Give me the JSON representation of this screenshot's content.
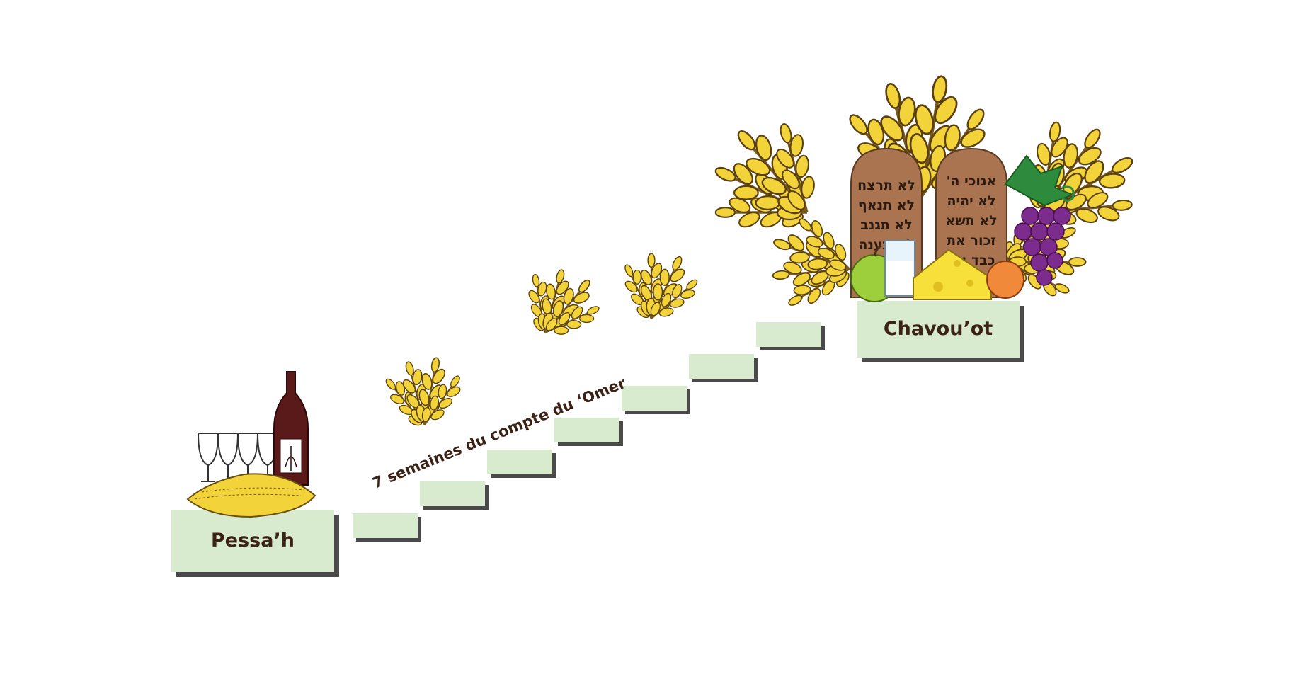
{
  "diagram": {
    "start": {
      "label": "Pessa’h"
    },
    "end": {
      "label": "Chavou’ot"
    },
    "path_caption": "7 semaines du compte du ‘Omer",
    "step_count": 7,
    "tablets": {
      "left_lines": [
        "לא תרצח",
        "לא תנאף",
        "לא תגנב",
        "לא תענה"
      ],
      "right_lines": [
        "אנוכי ה'",
        "לא יהיה",
        "לא תשא",
        "זכור את",
        "כבד את"
      ]
    },
    "colors": {
      "platform": "#d9ebcf",
      "text": "#3b2215",
      "wheat": "#f2d43a",
      "tablet": "#a9744f",
      "grapes": "#7b2c8c",
      "leaf": "#2e8b3d"
    },
    "icons": [
      "wine-bottle-icon",
      "wine-cups-icon",
      "matzah-icon",
      "wheat-sheaf-icon",
      "tablets-icon",
      "grapes-icon",
      "apple-icon",
      "cheese-icon",
      "milk-glass-icon",
      "peach-icon"
    ]
  }
}
